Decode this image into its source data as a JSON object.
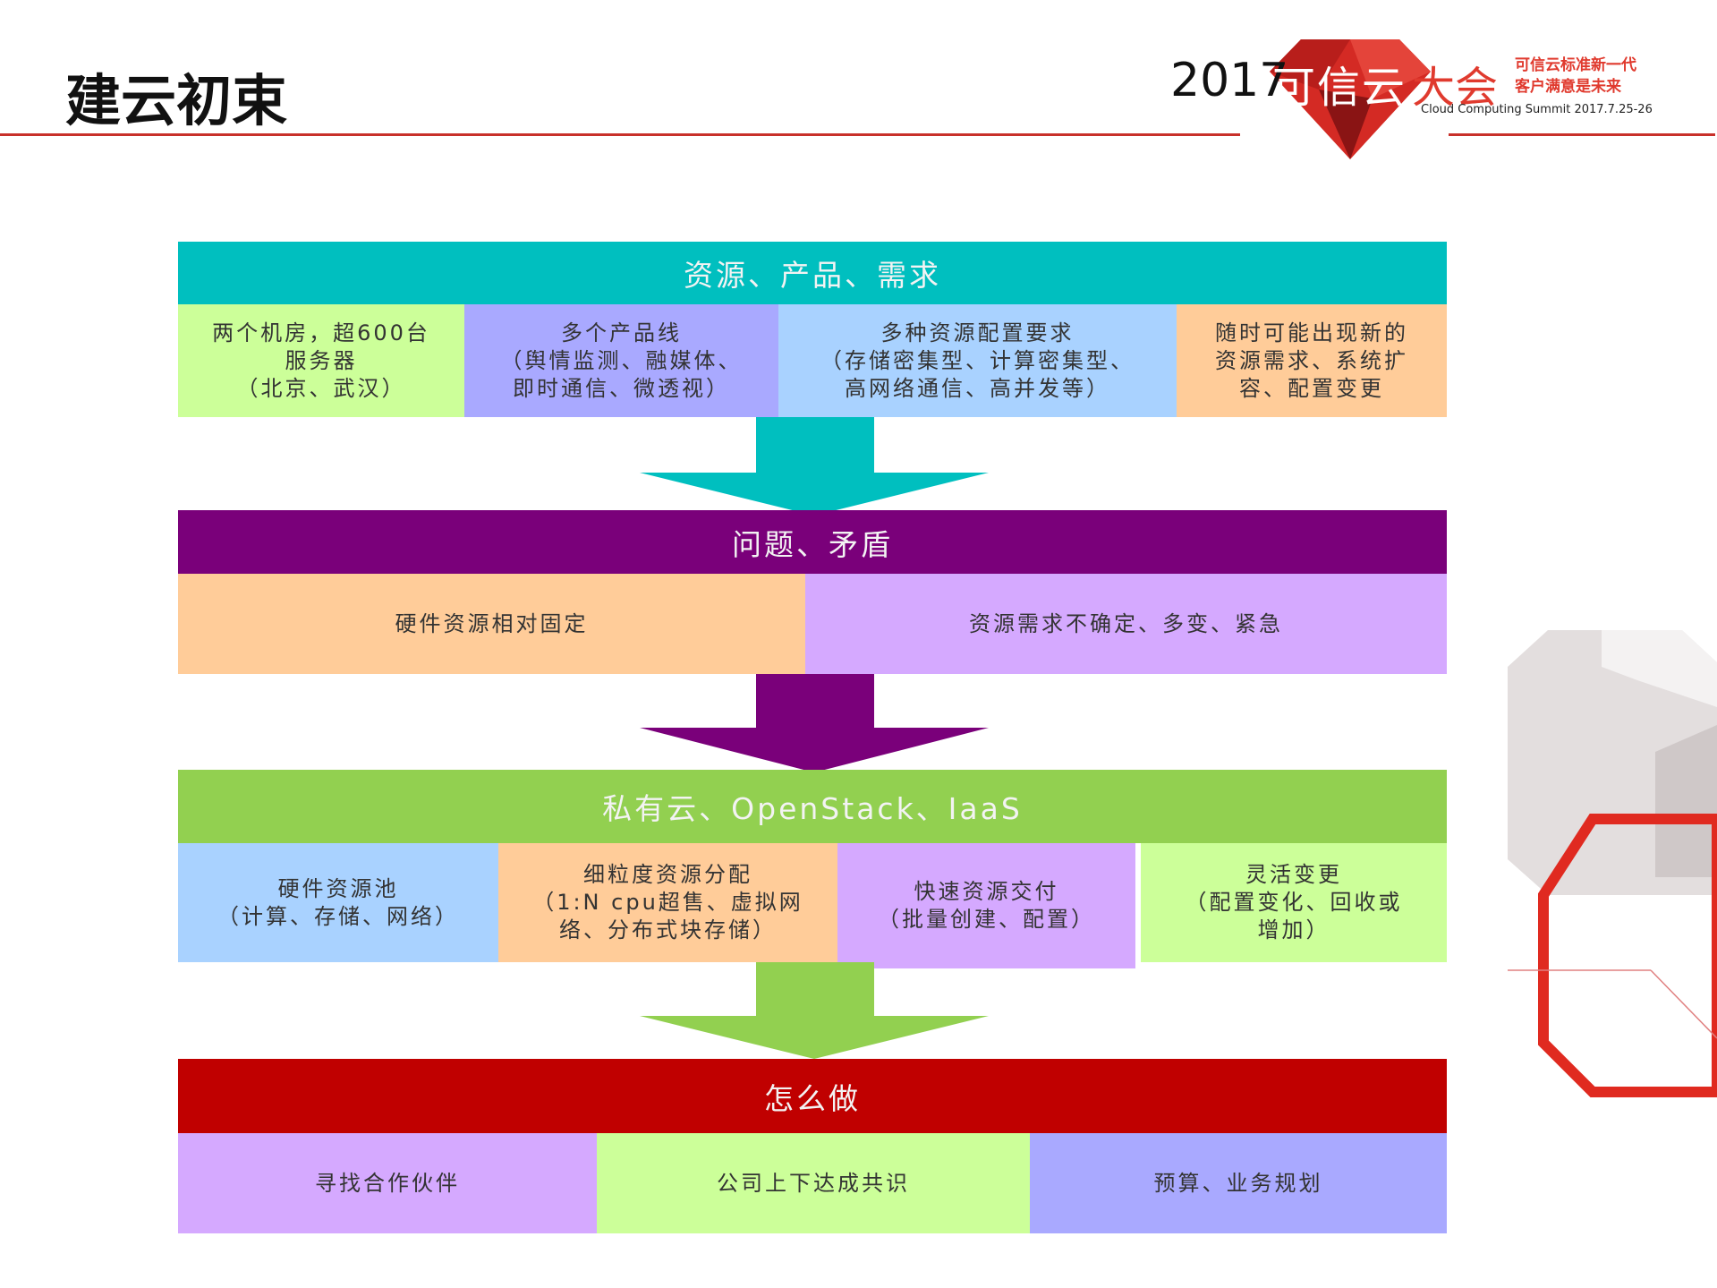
{
  "slide_title": "建云初束",
  "logo": {
    "year": "2017",
    "name_white": "可信云",
    "name_red": "大会",
    "slogan1": "可信云标准新一代",
    "slogan2": "客户满意是未来",
    "subtitle": "Cloud Computing Summit 2017.7.25-26"
  },
  "colors": {
    "teal": "#00BFBF",
    "purple": "#7A007A",
    "green": "#92D050",
    "red": "#C00000"
  },
  "sections": [
    {
      "title": "资源、产品、需求",
      "cells": [
        "两个机房，超600台\n服务器\n（北京、武汉）",
        "多个产品线\n（舆情监测、融媒体、\n即时通信、微透视）",
        "多种资源配置要求\n（存储密集型、计算密集型、\n高网络通信、高并发等）",
        "随时可能出现新的\n资源需求、系统扩\n容、配置变更"
      ]
    },
    {
      "title": "问题、矛盾",
      "cells": [
        "硬件资源相对固定",
        "资源需求不确定、多变、紧急"
      ]
    },
    {
      "title": "私有云、OpenStack、IaaS",
      "cells": [
        "硬件资源池\n（计算、存储、网络）",
        "细粒度资源分配\n（1:N cpu超售、虚拟网\n络、分布式块存储）",
        "快速资源交付\n（批量创建、配置）",
        "灵活变更\n（配置变化、回收或\n增加）"
      ]
    },
    {
      "title": "怎么做",
      "cells": [
        "寻找合作伙伴",
        "公司上下达成共识",
        "预算、业务规划"
      ]
    }
  ]
}
